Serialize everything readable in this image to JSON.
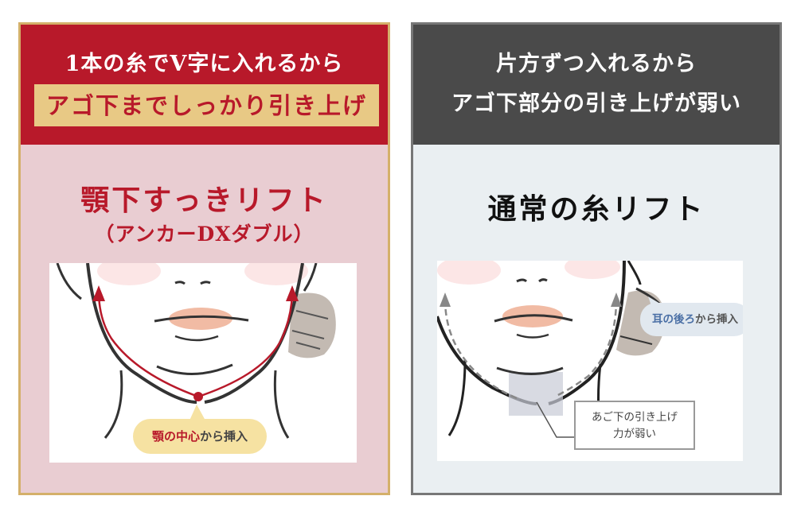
{
  "left_panel": {
    "header_line1": "1本の糸でV字に入れるから",
    "header_highlight": "アゴ下までしっかり引き上げ",
    "title": "顎下すっきリフト",
    "subtitle": "（アンカーDXダブル）",
    "illustration": {
      "bubble_accent": "顎の中心",
      "bubble_rest": "から挿入"
    },
    "colors": {
      "header_bg": "#b8192a",
      "highlight_bg": "#e8c985",
      "body_bg": "#e9cdd2",
      "border": "#d4b06a"
    }
  },
  "right_panel": {
    "header_line1": "片方ずつ入れるから",
    "header_line2": "アゴ下部分の引き上げが弱い",
    "title": "通常の糸リフト",
    "illustration": {
      "bubble_accent": "耳の後ろ",
      "bubble_rest": "から挿入",
      "label_line1": "あご下の引き上げ",
      "label_line2": "力が弱い"
    },
    "colors": {
      "header_bg": "#4a4a4a",
      "body_bg": "#eaeff2",
      "border": "#777777"
    }
  }
}
